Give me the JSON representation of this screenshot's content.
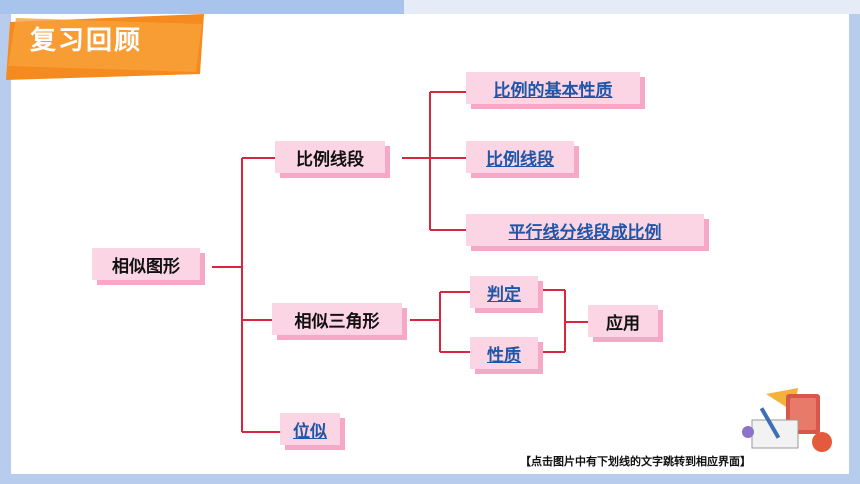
{
  "slide": {
    "title": "复习回顾",
    "hint": "【点击图片中有下划线的文字跳转到相应界面】"
  },
  "mindmap": {
    "root": "相似图形",
    "branch1": {
      "label": "比例线段",
      "children": [
        "比例的基本性质",
        "比例线段",
        "平行线分线段成比例"
      ]
    },
    "branch2": {
      "label": "相似三角形",
      "children": [
        "判定",
        "性质"
      ],
      "result": "应用"
    },
    "branch3": {
      "label": "位似"
    }
  },
  "colors": {
    "node_fill": "#fbd5e3",
    "node_shadow": "#f7a8c6",
    "connector": "#d7263d",
    "link_text": "#1f56a8",
    "banner": "#f5901f"
  },
  "decoration": {
    "icon": "school-supplies-icon"
  }
}
